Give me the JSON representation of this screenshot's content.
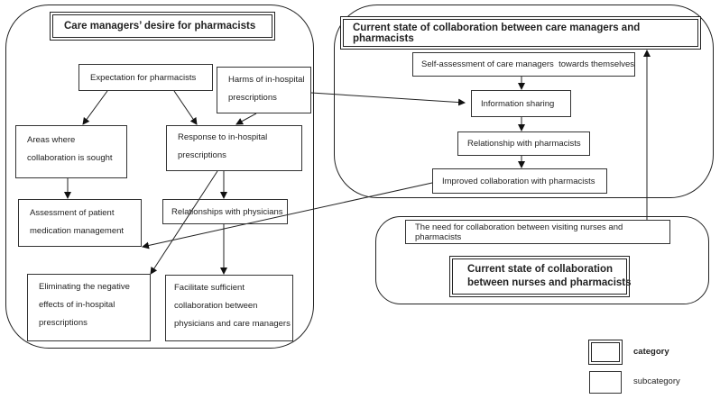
{
  "left_group": {
    "title": "Care managers’ desire for pharmacists",
    "expectation": "Expectation for pharmacists",
    "harms": [
      "Harms of in-hospital",
      "prescriptions"
    ],
    "areas": [
      "Areas where",
      "collaboration is sought"
    ],
    "response": [
      "Response to in-hospital",
      "prescriptions"
    ],
    "assessment": [
      "Assessment of patient",
      "medication management"
    ],
    "physicians": "Relationships with physicians",
    "eliminating": [
      "Eliminating the negative",
      "effects of in-hospital",
      "prescriptions"
    ],
    "facilitate": [
      "Facilitate sufficient",
      "collaboration between",
      "physicians and care managers"
    ]
  },
  "right_group": {
    "title": "Current state of collaboration between care managers and pharmacists",
    "self_assessment": "Self-assessment of care managers  towards themselves",
    "information": "Information sharing",
    "relationship": "Relationship with pharmacists",
    "improved": "Improved collaboration with pharmacists"
  },
  "nurse_group": {
    "need": "The need for collaboration between visiting nurses and pharmacists",
    "title": [
      "Current state of collaboration",
      "between nurses and pharmacists"
    ]
  },
  "legend": {
    "category": "category",
    "subcategory": "subcategory"
  }
}
